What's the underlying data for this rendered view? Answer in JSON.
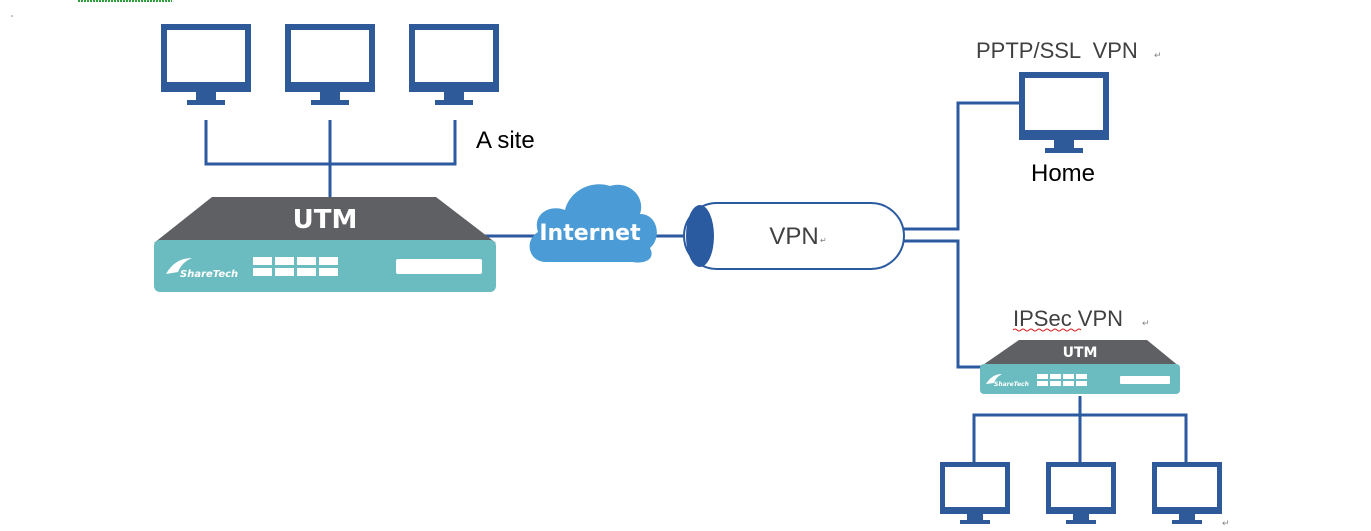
{
  "labels": {
    "site_a": "A site",
    "pptp_ssl": "PPTP/SSL  VPN",
    "home": "Home",
    "ipsec": "IPSec VPN",
    "tunnel": "VPN",
    "internet": "Internet"
  },
  "devices": {
    "main_utm": {
      "title": "UTM",
      "logo": "ShareTech"
    },
    "remote_utm": {
      "title": "UTM",
      "logo": "ShareTech"
    }
  },
  "marks": {
    "return_symbol": "↵"
  },
  "colors": {
    "monitor_blue": "#2e5a9a",
    "line_blue": "#2b5aa0",
    "utm_top": "#5e6064",
    "utm_front": "#6bbcc0",
    "cloud": "#4a9bd6",
    "tunnel_cap": "#2a5aa0",
    "text_gray": "#404040"
  },
  "icons": [
    "monitor-icon",
    "cloud-icon",
    "utm-appliance-icon",
    "vpn-tunnel-icon"
  ]
}
